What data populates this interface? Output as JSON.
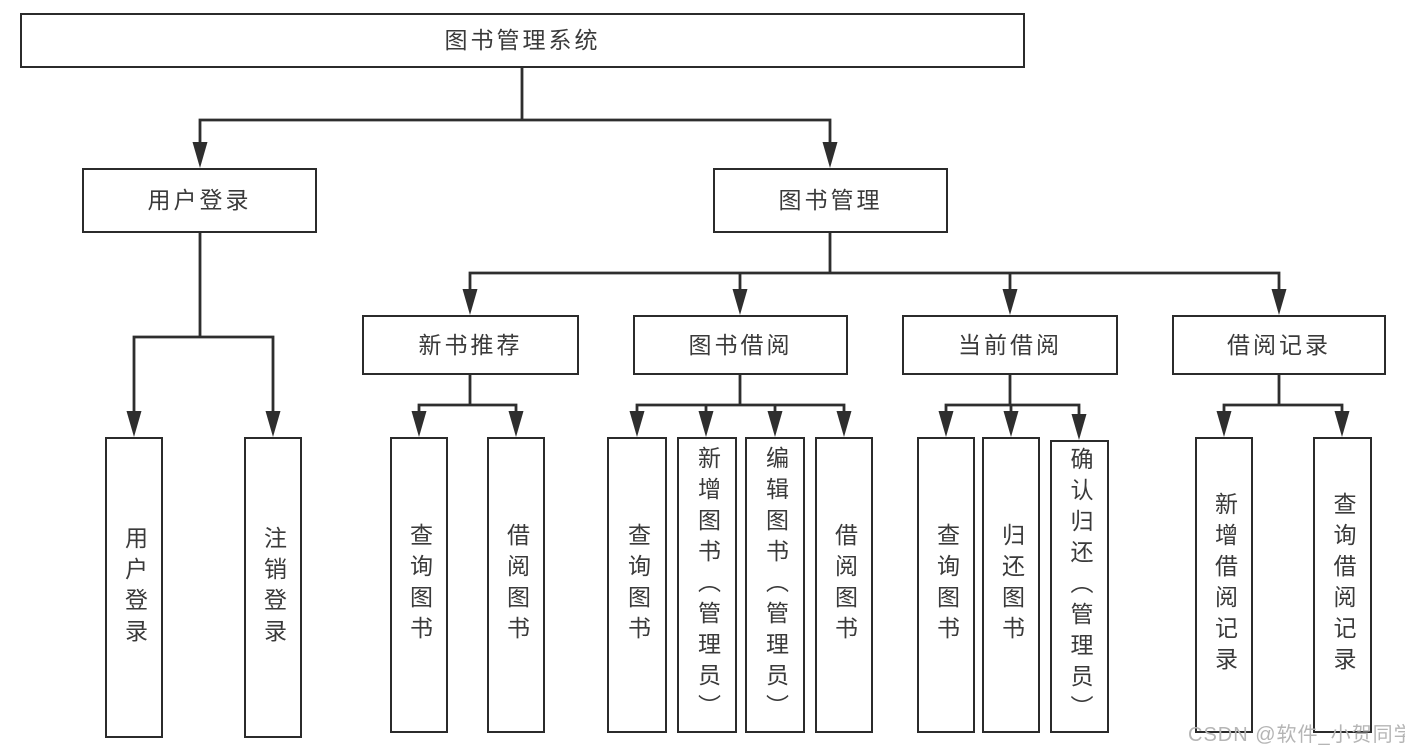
{
  "tree": {
    "root": {
      "label": "图书管理系统",
      "children": [
        {
          "label": "用户登录",
          "children": [
            {
              "label": "用户登录"
            },
            {
              "label": "注销登录"
            }
          ]
        },
        {
          "label": "图书管理",
          "children": [
            {
              "label": "新书推荐",
              "children": [
                {
                  "label": "查询图书"
                },
                {
                  "label": "借阅图书"
                }
              ]
            },
            {
              "label": "图书借阅",
              "children": [
                {
                  "label": "查询图书"
                },
                {
                  "label": "新增图书（管理员）"
                },
                {
                  "label": "编辑图书（管理员）"
                },
                {
                  "label": "借阅图书"
                }
              ]
            },
            {
              "label": "当前借阅",
              "children": [
                {
                  "label": "查询图书"
                },
                {
                  "label": "归还图书"
                },
                {
                  "label": "确认归还（管理员）"
                }
              ]
            },
            {
              "label": "借阅记录",
              "children": [
                {
                  "label": "新增借阅记录"
                },
                {
                  "label": "查询借阅记录"
                }
              ]
            }
          ]
        }
      ]
    }
  },
  "watermark": {
    "text": "CSDN @软件_小贺同学"
  },
  "colors": {
    "line": "#2e2e2e",
    "box_border": "#2b2b2b",
    "text": "#3a3a3a",
    "background": "#ffffff",
    "watermark": "#b5b5b5"
  }
}
